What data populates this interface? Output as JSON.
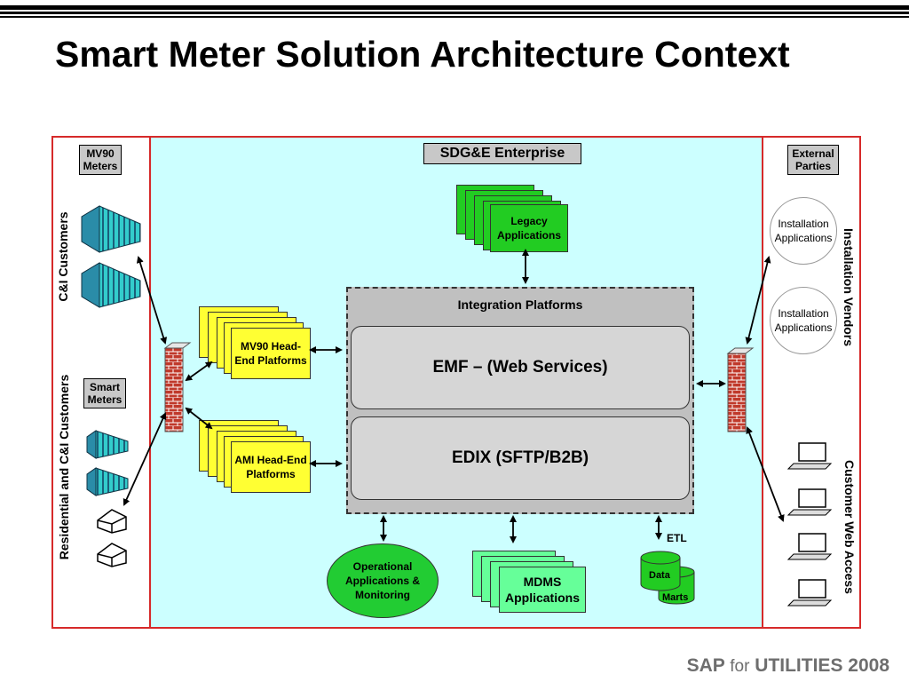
{
  "title": "Smart Meter Solution Architecture Context",
  "enterprise": {
    "label": "SDG&E Enterprise"
  },
  "left": {
    "mv90_meters": "MV90 Meters",
    "smart_meters": "Smart Meters",
    "ci_customers": "C&I Customers",
    "residential_ci_customers": "Residential and C&I Customers"
  },
  "center": {
    "legacy_applications": "Legacy Applications",
    "integration_platforms": "Integration Platforms",
    "emf": "EMF – (Web Services)",
    "edix": "EDIX (SFTP/B2B)",
    "mv90_headend": "MV90 Head-End Platforms",
    "ami_headend": "AMI Head-End Platforms",
    "operational": "Operational Applications & Monitoring",
    "mdms": "MDMS Applications",
    "etl": "ETL",
    "data": "Data",
    "marts": "Marts"
  },
  "right": {
    "external_parties": "External Parties",
    "installation_app_1": "Installation Applications",
    "installation_app_2": "Installation Applications",
    "installation_vendors": "Installation Vendors",
    "customer_web_access": "Customer Web Access"
  },
  "footer": {
    "brand": "SAP",
    "for": "for",
    "product": "UTILITIES 2008"
  },
  "colors": {
    "enterprise_bg": "#ccffff",
    "panel_border": "#d62a2a",
    "legacy_green": "#22cc22",
    "headend_yellow": "#ffff33",
    "mdms_green": "#66ff99",
    "ops_green": "#22cc33",
    "integration_gray": "#c0c0c0"
  }
}
